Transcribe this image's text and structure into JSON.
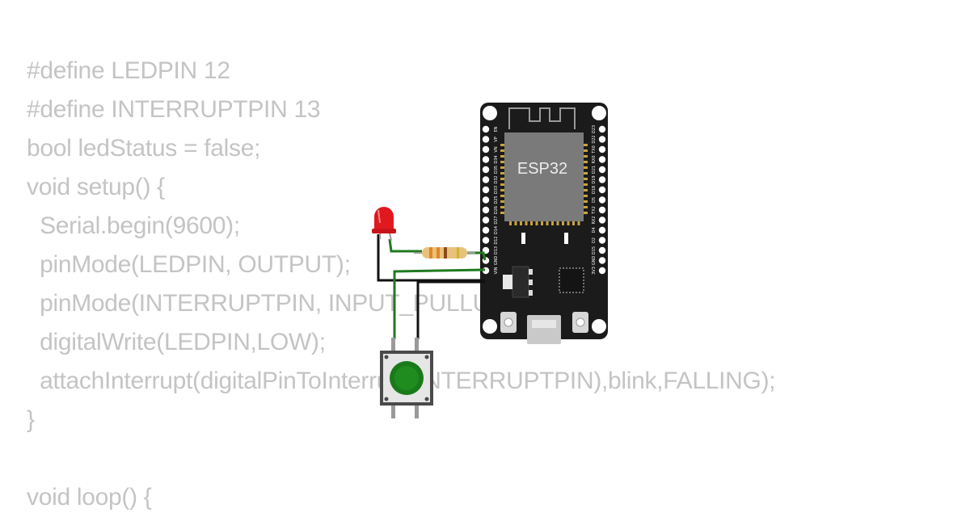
{
  "code": {
    "lines": [
      "#define LEDPIN 12",
      "#define INTERRUPTPIN 13",
      "bool ledStatus = false;",
      "void setup() {",
      "  Serial.begin(9600);",
      "  pinMode(LEDPIN, OUTPUT);",
      "  pinMode(INTERRUPTPIN, INPUT_PULLUP);",
      "  digitalWrite(LEDPIN,LOW);",
      "  attachInterrupt(digitalPinToInterrupt(INTERRUPTPIN),blink,FALLING);",
      "}",
      "",
      "void loop() {"
    ]
  },
  "circuit": {
    "board_label": "ESP32",
    "left_pins": [
      "EN",
      "VP",
      "VN",
      "D34",
      "D35",
      "D32",
      "D33",
      "D25",
      "D26",
      "D27",
      "D14",
      "D12",
      "D13",
      "GND",
      "VIN"
    ],
    "right_pins": [
      "D23",
      "D22",
      "TX0",
      "RX0",
      "D21",
      "D19",
      "D18",
      "D5",
      "TX2",
      "RX2",
      "D4",
      "D2",
      "D15",
      "GND",
      "3V3"
    ],
    "colors": {
      "board": "#1b1b1b",
      "chip": "#7a7a7a",
      "led": "#e0191f",
      "button_cap": "#1a7a1a",
      "wire_green": "#1f7a1f",
      "wire_black": "#111111"
    }
  }
}
